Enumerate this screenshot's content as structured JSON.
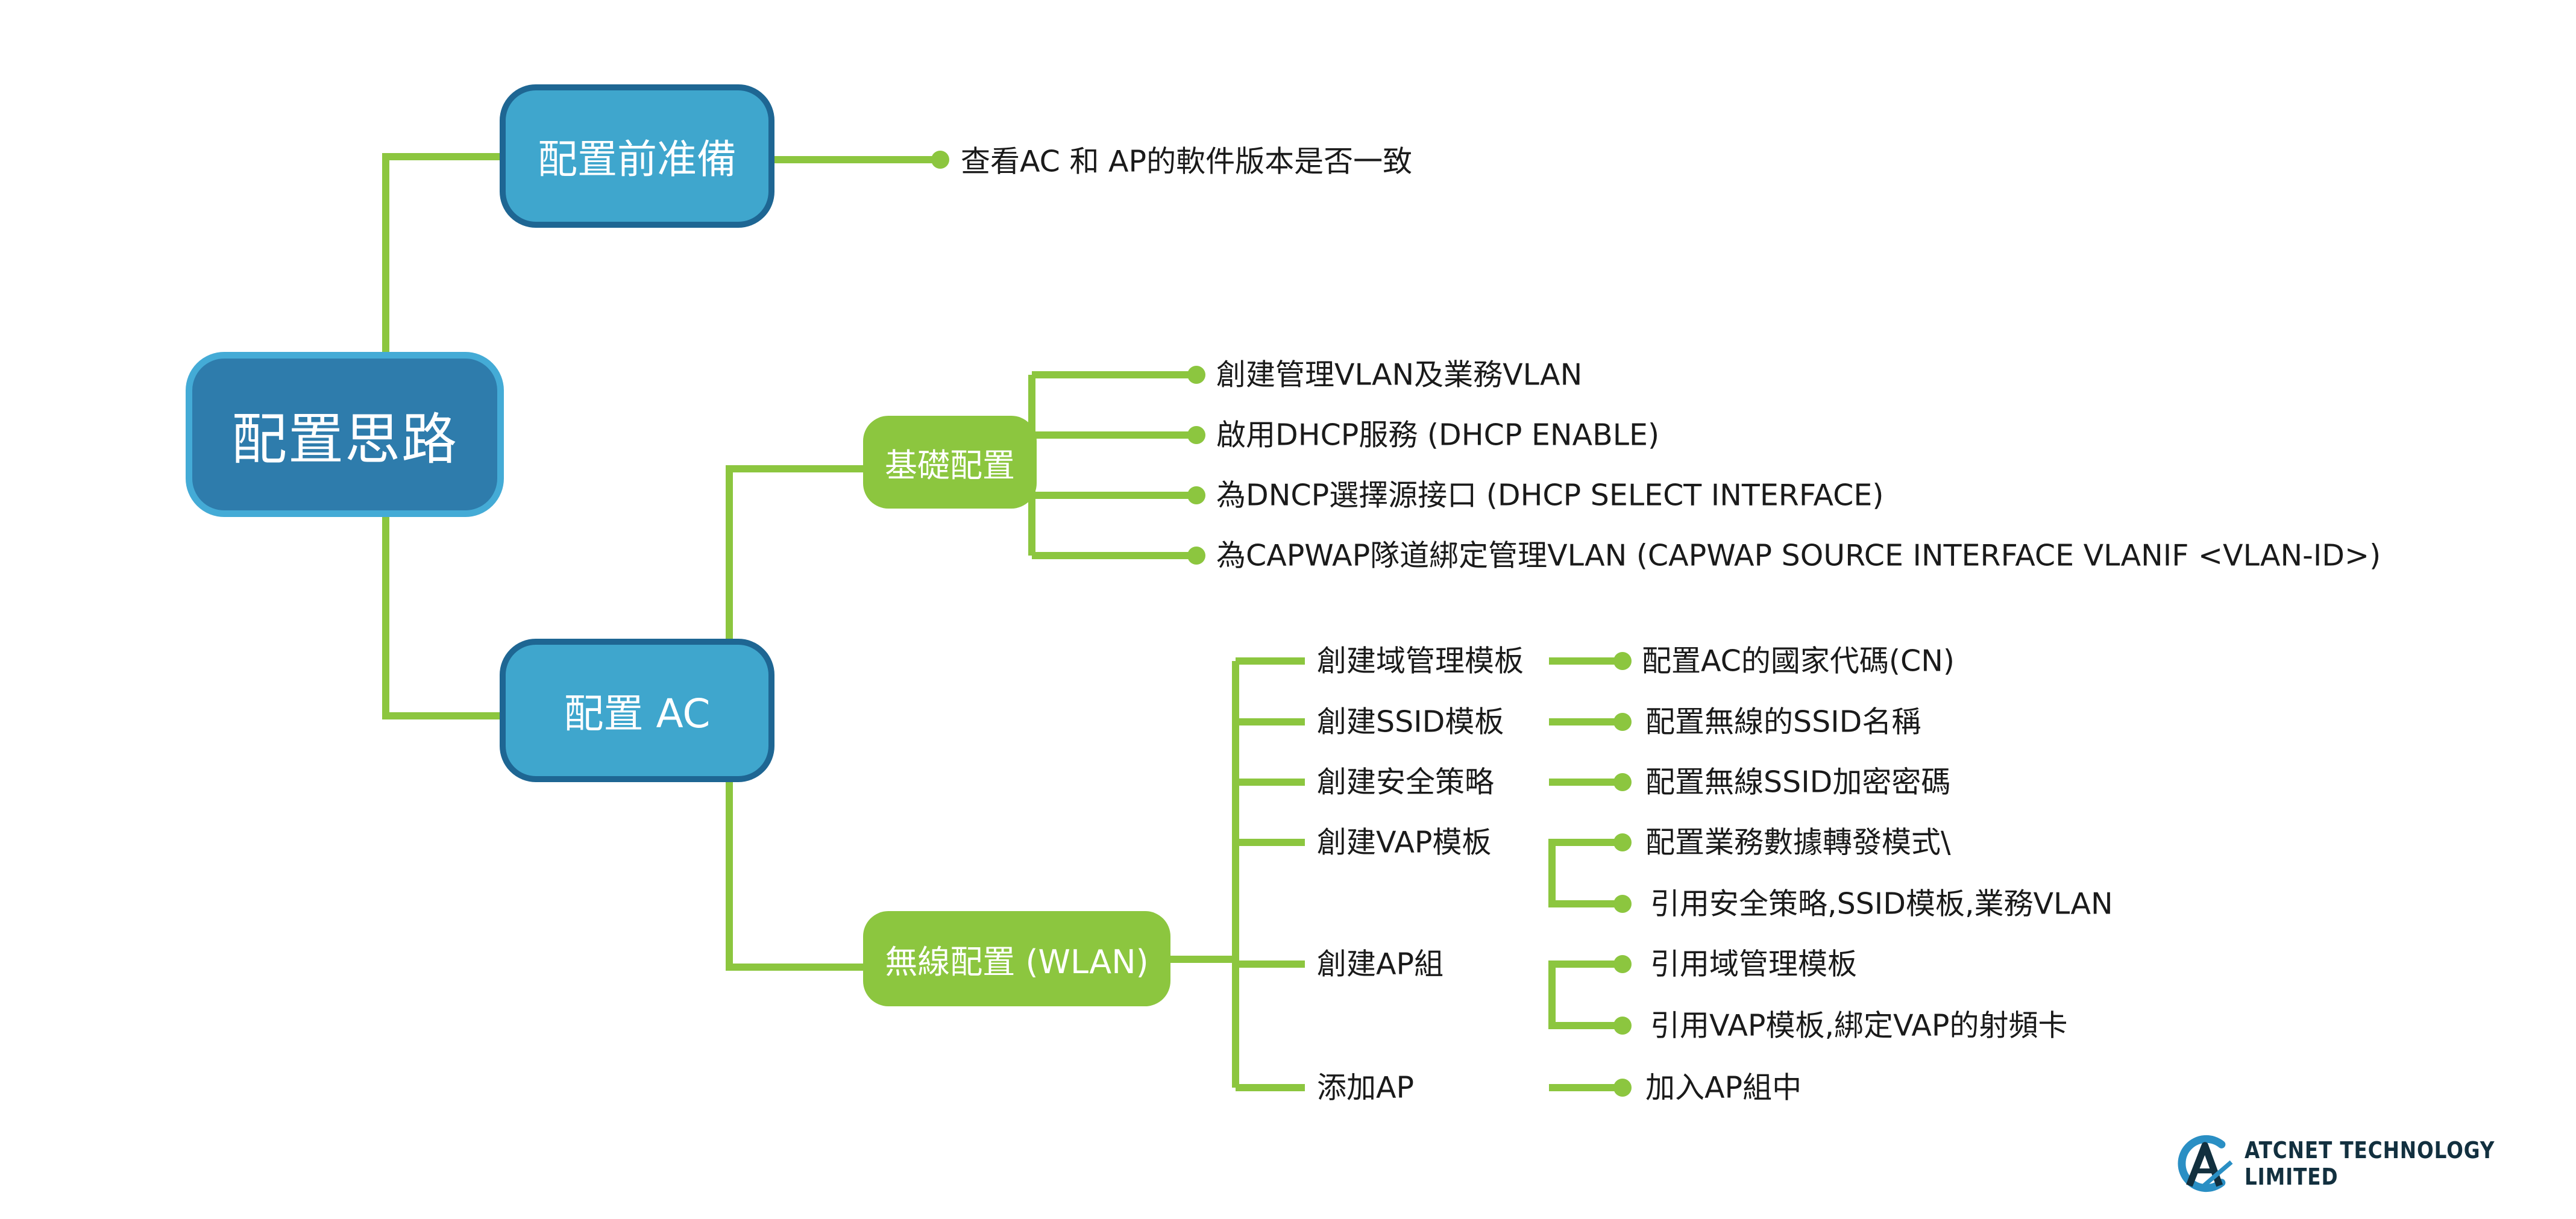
{
  "root": {
    "label": "配置思路"
  },
  "prep": {
    "label": "配置前准備",
    "items": [
      "查看AC 和 AP的軟件版本是否一致"
    ]
  },
  "ac": {
    "label": "配置 AC",
    "basic": {
      "label": "基礎配置",
      "items": [
        "創建管理VLAN及業務VLAN",
        "啟用DHCP服務 (DHCP ENABLE)",
        "為DNCP選擇源接口 (DHCP SELECT INTERFACE)",
        "為CAPWAP隊道綁定管理VLAN (CAPWAP SOURCE INTERFACE VLANIF <VLAN-ID>)"
      ]
    },
    "wlan": {
      "label": "無線配置 (WLAN)",
      "steps": [
        {
          "label": "創建域管理模板",
          "details": [
            "配置AC的國家代碼(CN)"
          ]
        },
        {
          "label": "創建SSID模板",
          "details": [
            "配置無線的SSID名稱"
          ]
        },
        {
          "label": "創建安全策略",
          "details": [
            "配置無線SSID加密密碼"
          ]
        },
        {
          "label": "創建VAP模板",
          "details": [
            "配置業務數據轉發模式\\",
            "引用安全策略,SSID模板,業務VLAN"
          ]
        },
        {
          "label": "創建AP組",
          "details": [
            "引用域管理模板",
            "引用VAP模板,綁定VAP的射頻卡"
          ]
        },
        {
          "label": "添加AP",
          "details": [
            "加入AP組中"
          ]
        }
      ]
    }
  },
  "logo": {
    "company": "ATCNET TECHNOLOGY LIMITED"
  },
  "colors": {
    "line": "#8cc63f",
    "root_fill": "#2e7cac",
    "blue_fill": "#3fa6cd",
    "green_fill": "#8cc63f"
  }
}
